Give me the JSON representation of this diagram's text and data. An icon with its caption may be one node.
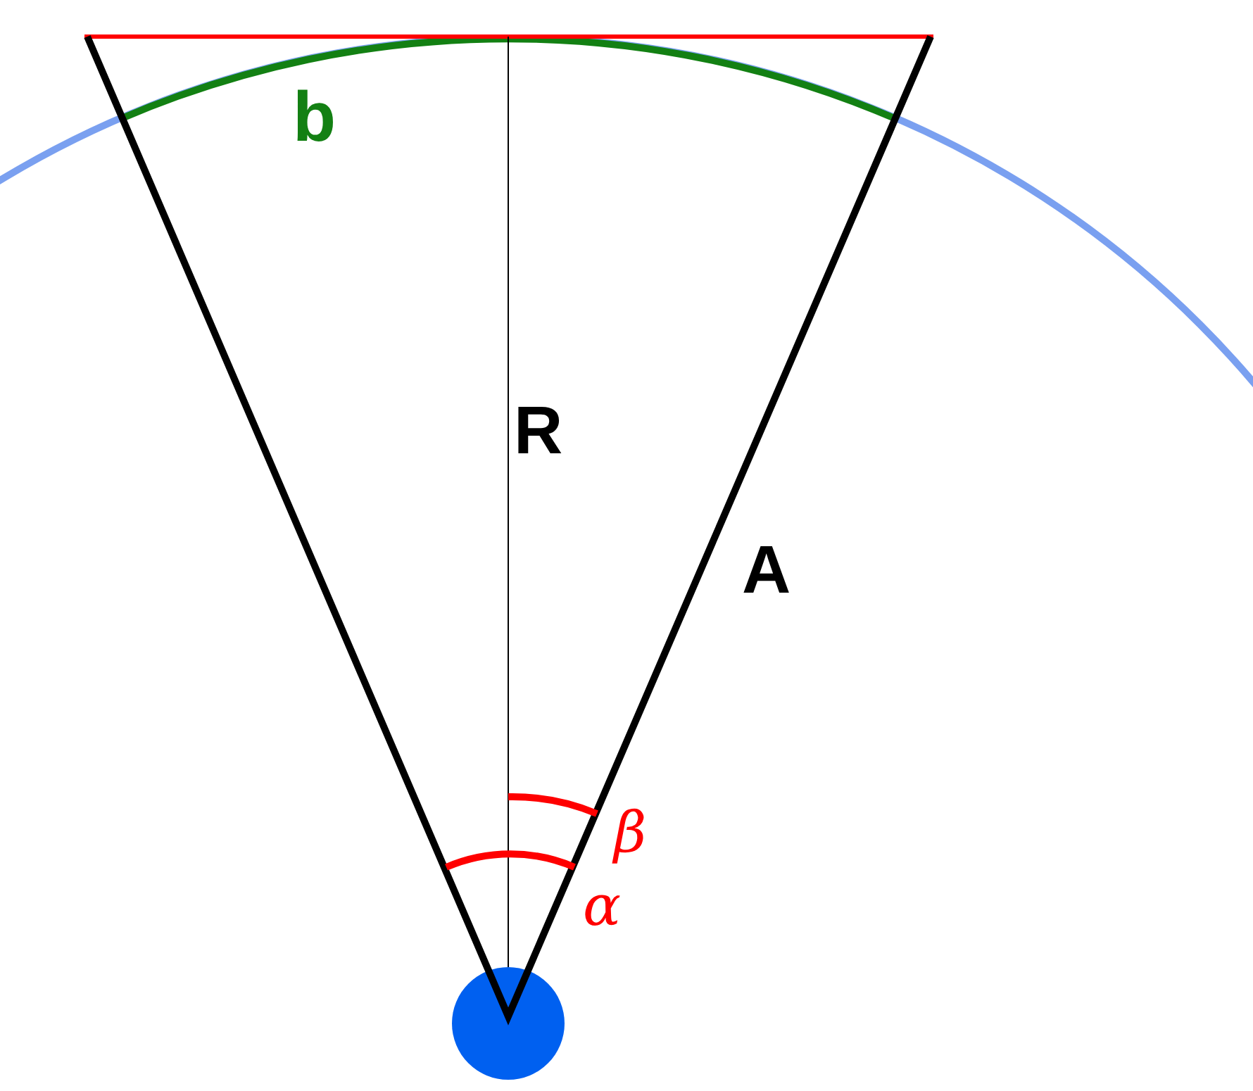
{
  "diagram": {
    "labels": [
      "b",
      "R",
      "A",
      "β",
      "α"
    ]
  }
}
